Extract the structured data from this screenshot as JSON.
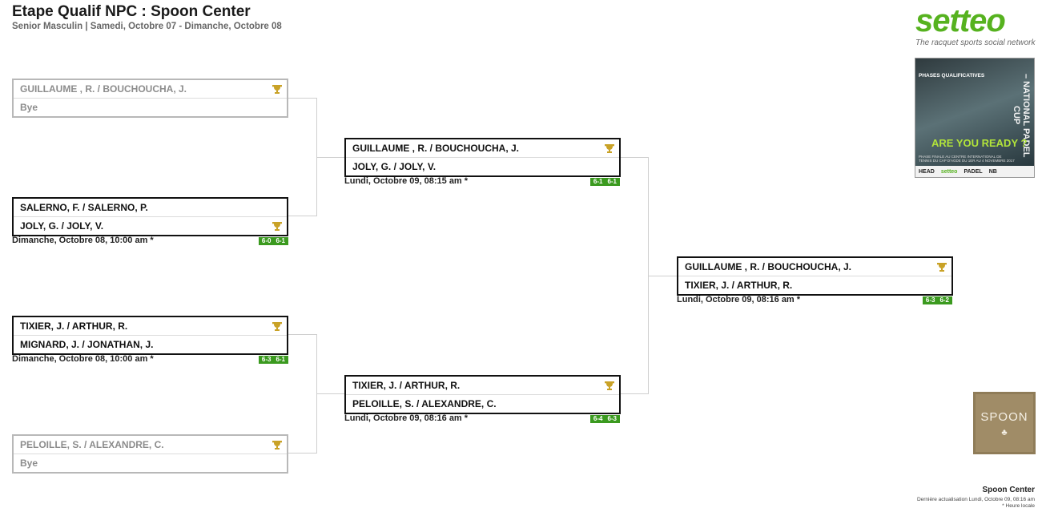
{
  "header": {
    "title": "Etape Qualif NPC : Spoon Center",
    "subtitle": "Senior Masculin | Samedi, Octobre 07 - Dimanche, Octobre 08"
  },
  "logo": {
    "word": "setteo",
    "tagline": "The racquet sports social network"
  },
  "poster": {
    "phase": "PHASES QUALIFICATIVES",
    "side": "– NATIONAL PADEL CUP",
    "headline": "ARE YOU READY ?",
    "small": "PHASE FINALE AU CENTRE INTERNATIONAL DE TENNIS DU CAP D'AGDE DU 1ER AU 4 NOVEMBRE 2017",
    "sponsors": [
      "HEAD",
      "setteo",
      "PADEL",
      "NB"
    ]
  },
  "club": {
    "name": "SPOON",
    "icon": "tennis-racket-icon"
  },
  "footer": {
    "club": "Spoon Center",
    "updated": "Dernière actualisation Lundi, Octobre 09, 08:16 am",
    "note": "* Heure locale"
  },
  "rounds": {
    "r1": {
      "m1": {
        "team1": "GUILLAUME , R. / BOUCHOUCHA, J.",
        "team2": "Bye"
      },
      "m2": {
        "team1": "SALERNO, F. / SALERNO, P.",
        "team2": "JOLY, G. / JOLY, V.",
        "date": "Dimanche, Octobre 08, 10:00 am *",
        "scores": [
          "6-0",
          "6-1"
        ]
      },
      "m3": {
        "team1": "TIXIER, J. / ARTHUR, R.",
        "team2": "MIGNARD, J. / JONATHAN, J.",
        "date": "Dimanche, Octobre 08, 10:00 am *",
        "scores": [
          "6-3",
          "6-1"
        ]
      },
      "m4": {
        "team1": "PELOILLE, S. / ALEXANDRE, C.",
        "team2": "Bye"
      }
    },
    "r2": {
      "m1": {
        "team1": "GUILLAUME , R. / BOUCHOUCHA, J.",
        "team2": "JOLY, G. / JOLY, V.",
        "date": "Lundi, Octobre 09, 08:15 am *",
        "scores": [
          "6-1",
          "6-1"
        ]
      },
      "m2": {
        "team1": "TIXIER, J. / ARTHUR, R.",
        "team2": "PELOILLE, S. / ALEXANDRE, C.",
        "date": "Lundi, Octobre 09, 08:16 am *",
        "scores": [
          "6-4",
          "6-3"
        ]
      }
    },
    "final": {
      "m1": {
        "team1": "GUILLAUME , R. / BOUCHOUCHA, J.",
        "team2": "TIXIER, J. / ARTHUR, R.",
        "date": "Lundi, Octobre 09, 08:16 am *",
        "scores": [
          "6-3",
          "6-2"
        ]
      }
    }
  },
  "colors": {
    "accent": "#56b21f",
    "score_bg": "#3b9a1f",
    "trophy": "#c9a227",
    "line": "#cfcfcf"
  }
}
